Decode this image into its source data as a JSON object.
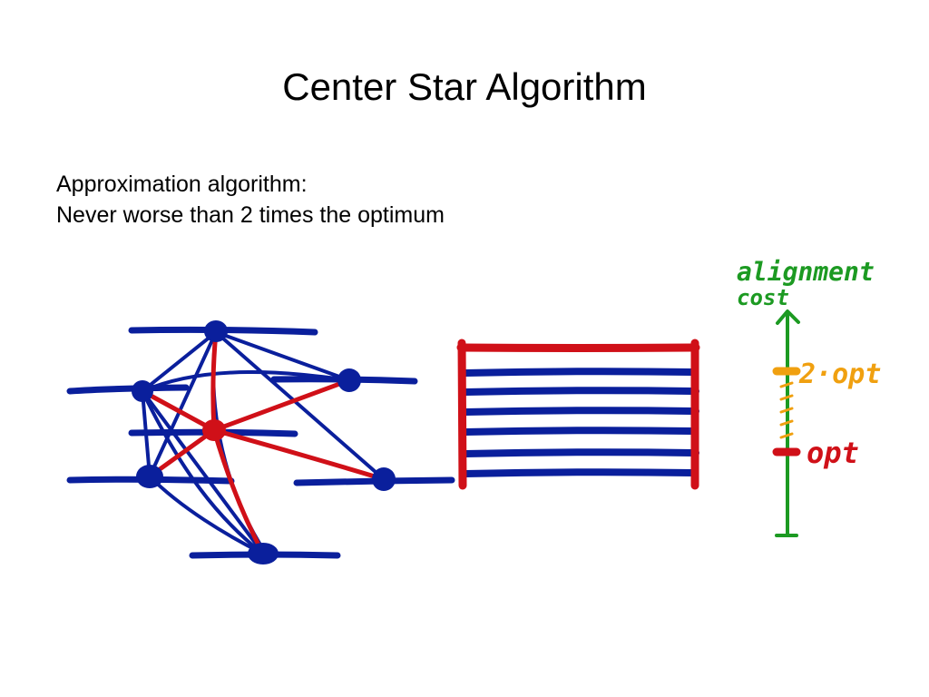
{
  "slide": {
    "title": "Center Star Algorithm",
    "body_lines": [
      "Approximation algorithm:",
      "Never worse than 2 times the optimum"
    ]
  },
  "cost_axis": {
    "axis_label_line1": "alignment",
    "axis_label_line2": "cost",
    "upper_mark_label": "2·opt",
    "lower_mark_label": "opt"
  },
  "colors": {
    "sequence_blue": "#0a1f9c",
    "center_red": "#d01018",
    "axis_green": "#1c9a22",
    "bound_orange": "#f0a010"
  }
}
